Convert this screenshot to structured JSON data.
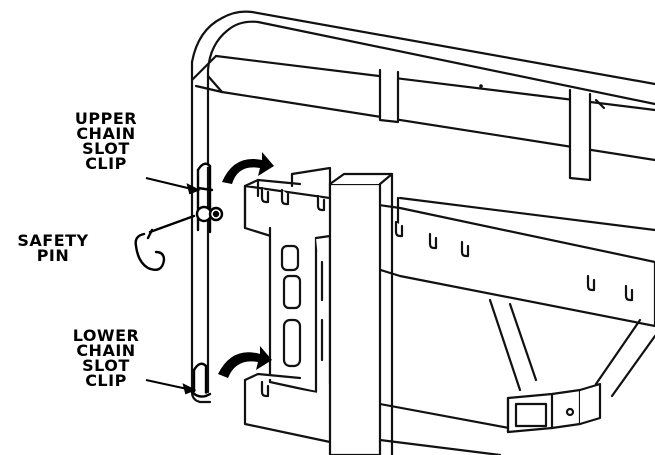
{
  "callouts": {
    "upper_chain_slot_clip": [
      "UPPER",
      "CHAIN",
      "SLOT",
      "CLIP"
    ],
    "safety_pin": [
      "SAFETY",
      "PIN"
    ],
    "lower_chain_slot_clip": [
      "LOWER",
      "CHAIN",
      "SLOT",
      "CLIP"
    ]
  }
}
